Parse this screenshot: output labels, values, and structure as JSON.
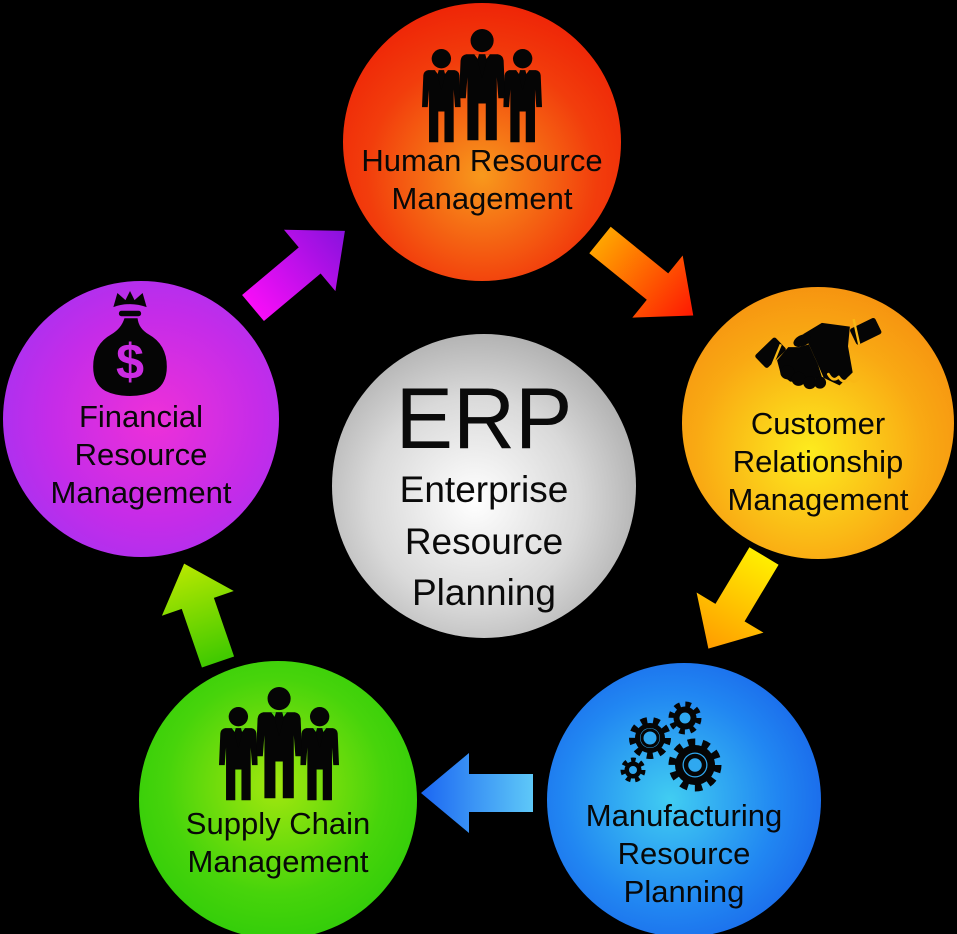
{
  "title": "ERP cycle diagram",
  "background_color": "#000000",
  "center_node": {
    "abbr": "ERP",
    "lines": [
      "Enterprise",
      "Resource",
      "Planning"
    ],
    "inner_color": "#ffffff",
    "outer_color": "#8f8f8f",
    "text_color": "#0a0a0a"
  },
  "nodes": [
    {
      "id": "human-resource-management",
      "lines": [
        "Human Resource",
        "Management"
      ],
      "icon": "team-icon",
      "glow_color": "#f8991c",
      "mid_color": "#f23d0c",
      "edge_color": "#ec1403",
      "icon_cutout_color": "#ef4b0e"
    },
    {
      "id": "customer-relationship-management",
      "lines": [
        "Customer",
        "Relationship",
        "Management"
      ],
      "icon": "handshake-icon",
      "glow_color": "#fdec1e",
      "mid_color": "#f9a913",
      "edge_color": "#f4830e",
      "icon_cutout_color": "#f9b815"
    },
    {
      "id": "manufacturing-resource-planning",
      "lines": [
        "Manufacturing",
        "Resource",
        "Planning"
      ],
      "icon": "gears-icon",
      "glow_color": "#41cdf2",
      "mid_color": "#2187f2",
      "edge_color": "#1656e6",
      "icon_cutout_color": "#2fa8f0"
    },
    {
      "id": "supply-chain-management",
      "lines": [
        "Supply Chain",
        "Management"
      ],
      "icon": "team-icon",
      "glow_color": "#a2e70e",
      "mid_color": "#47d40b",
      "edge_color": "#20c708",
      "icon_cutout_color": "#4ed60e"
    },
    {
      "id": "financial-resource-management",
      "lines": [
        "Financial",
        "Resource",
        "Management"
      ],
      "icon": "money-bag-icon",
      "glow_color": "#ee30d8",
      "mid_color": "#c42ce9",
      "edge_color": "#9a34f4",
      "icon_cutout_color": "#cb2ce2"
    }
  ],
  "arrows": [
    {
      "id": "frm-to-hrm",
      "from": "financial-resource-management",
      "to": "human-resource-management",
      "tail_color": "#f80df8",
      "head_color": "#8812dd"
    },
    {
      "id": "hrm-to-crm",
      "from": "human-resource-management",
      "to": "customer-relationship-management",
      "tail_color": "#ffa400",
      "head_color": "#fe1802"
    },
    {
      "id": "crm-to-mrp",
      "from": "customer-relationship-management",
      "to": "manufacturing-resource-planning",
      "tail_color": "#ffee00",
      "head_color": "#ff9c00"
    },
    {
      "id": "mrp-to-scm",
      "from": "manufacturing-resource-planning",
      "to": "supply-chain-management",
      "tail_color": "#5ec8f8",
      "head_color": "#1b66f2"
    },
    {
      "id": "scm-to-frm",
      "from": "supply-chain-management",
      "to": "financial-resource-management",
      "tail_color": "#3fc900",
      "head_color": "#b8e800"
    }
  ],
  "cycle_direction": "clockwise",
  "money_bag": {
    "currency_symbol": "$"
  }
}
